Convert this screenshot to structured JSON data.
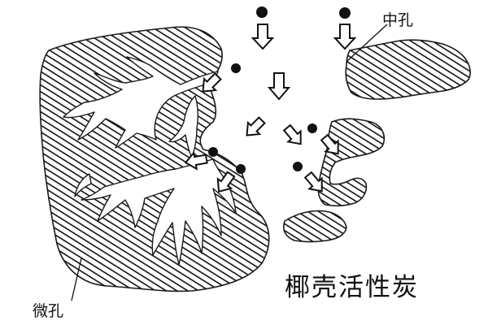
{
  "labels": {
    "mesopore": "中孔",
    "micropore": "微孔",
    "material": "椰壳活性炭"
  },
  "colors": {
    "ink": "#111111",
    "background": "#ffffff"
  }
}
